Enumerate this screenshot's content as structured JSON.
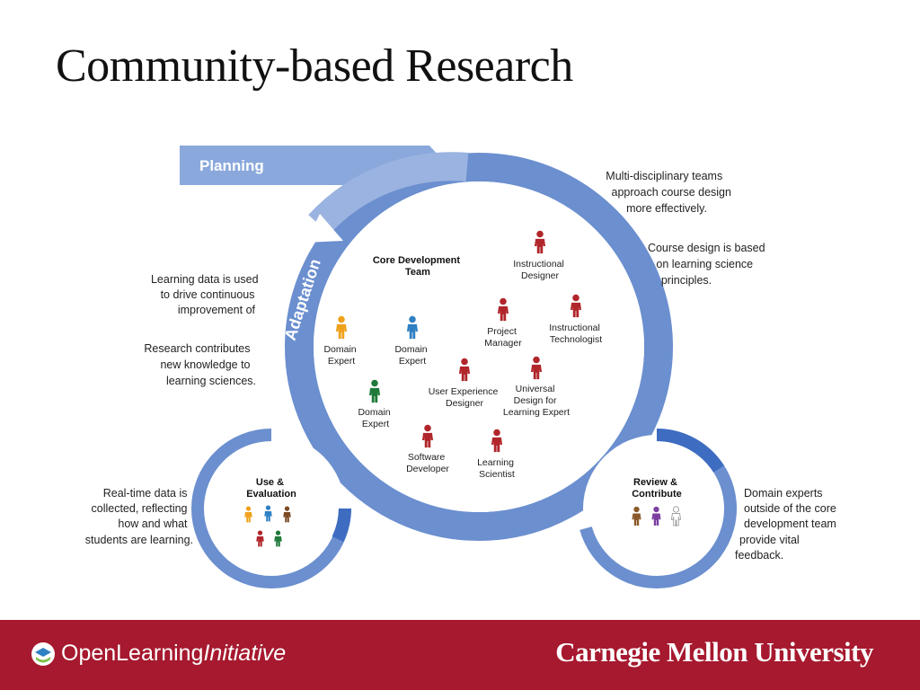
{
  "title": "Community-based Research",
  "diagram": {
    "planning_label": "Planning",
    "adaptation_label": "Adaptation",
    "core_title": [
      "Core Development",
      "Team"
    ],
    "roles": {
      "instructional_designer": [
        "Instructional",
        "Designer"
      ],
      "project_manager": [
        "Project",
        "Manager"
      ],
      "instructional_technologist": [
        "Instructional",
        "Technologist"
      ],
      "domain_expert_1": [
        "Domain",
        "Expert"
      ],
      "domain_expert_2": [
        "Domain",
        "Expert"
      ],
      "domain_expert_3": [
        "Domain",
        "Expert"
      ],
      "ux_designer": [
        "User Experience",
        "Designer"
      ],
      "universal_design": [
        "Universal",
        "Design for",
        "Learning Expert"
      ],
      "software_developer": [
        "Software",
        "Developer"
      ],
      "learning_scientist": [
        "Learning",
        "Scientist"
      ]
    },
    "use_eval_title": [
      "Use &",
      "Evaluation"
    ],
    "review_title": [
      "Review &",
      "Contribute"
    ],
    "notes": {
      "multi_teams": [
        "Multi-disciplinary teams",
        "approach course design",
        "more effectively."
      ],
      "course_design": [
        "Course design is based",
        "on learning science",
        "principles."
      ],
      "learning_data": [
        "Learning data is used",
        "to drive continuous",
        "improvement of"
      ],
      "research": [
        "Research contributes",
        "new knowledge to",
        "learning sciences."
      ],
      "realtime": [
        "Real-time data is",
        "collected, reflecting",
        "how and what",
        "students are learning."
      ],
      "domain_experts": [
        "Domain experts",
        "outside of the core",
        "development team",
        "provide vital",
        "feedback."
      ]
    },
    "colors": {
      "ring": "#6b8fcf",
      "ring_light": "#9bb3e0",
      "ring_dark": "#3d6cc0",
      "core_role": "#b0262a",
      "domain_orange": "#f0a11c",
      "domain_blue": "#2f7fc3",
      "domain_green": "#1f7a3a"
    }
  },
  "footer": {
    "oli_main": "OpenLearning",
    "oli_italic": "Initiative",
    "cmu": "Carnegie Mellon University",
    "bg_color": "#a6192e"
  }
}
